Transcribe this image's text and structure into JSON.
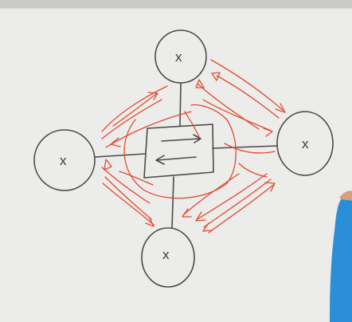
{
  "scene": {
    "description_label": "whiteboard-diagram",
    "nodes": [
      {
        "id": "top",
        "label": "x"
      },
      {
        "id": "left",
        "label": "x"
      },
      {
        "id": "right",
        "label": "x"
      },
      {
        "id": "bottom",
        "label": "x"
      }
    ],
    "colors": {
      "board": "#ececea",
      "board_edge": "#d8d8d5",
      "frame": "#bfbfbc",
      "black_ink": "#4a4a4a",
      "red_ink": "#e14b2f",
      "person_shirt": "#2a8fd6",
      "person_skin": "#d7a07c"
    }
  }
}
